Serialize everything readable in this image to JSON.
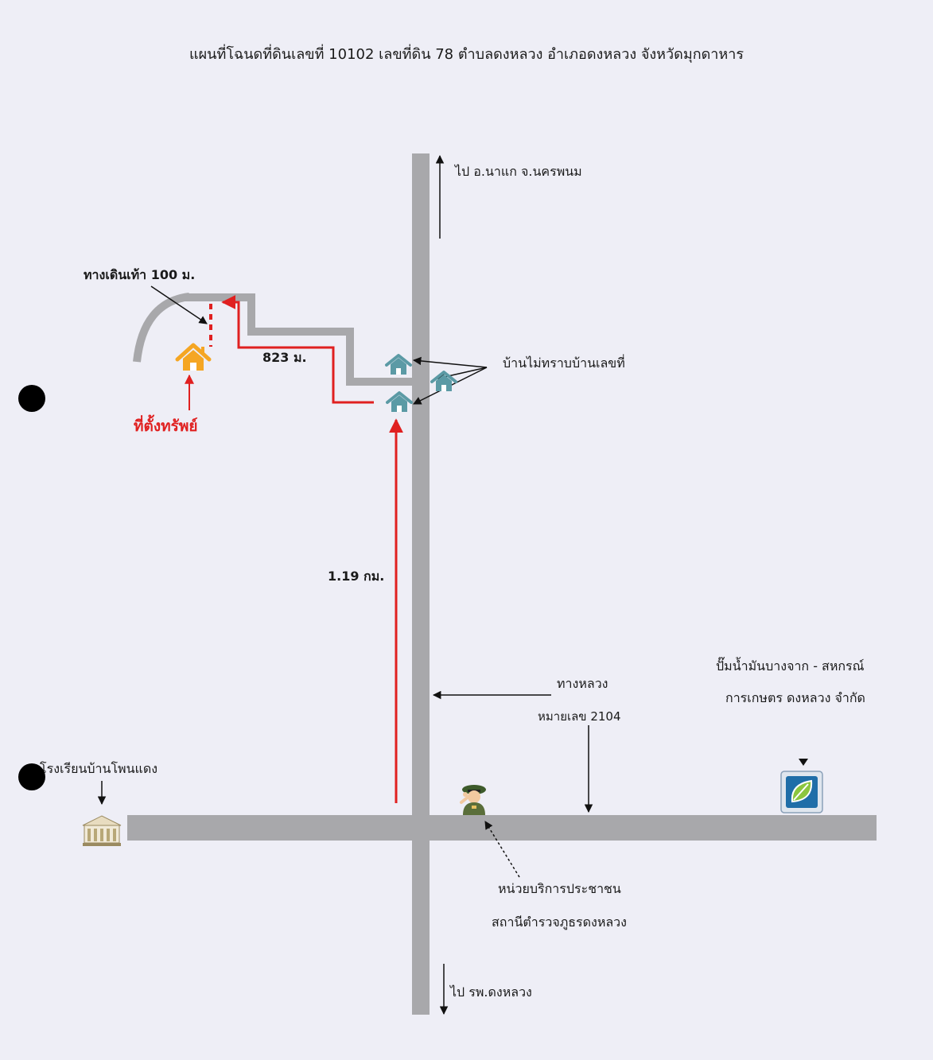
{
  "title": "แผนที่โฉนดที่ดินเลขที่ 10102 เลขที่ดิน 78 ตำบลดงหลวง อำเภอดงหลวง จังหวัดมุกดาหาร",
  "labels": {
    "north_dest": "ไป อ.นาแก จ.นครพนม",
    "south_dest": "ไป รพ.ดงหลวง",
    "footpath": "ทางเดินเท้า 100 ม.",
    "property": "ที่ตั้งทรัพย์",
    "segment_distance": "823 ม.",
    "main_distance": "1.19 กม.",
    "unknown_houses": "บ้านไม่ทราบบ้านเลขที่",
    "highway_line1": "ทางหลวง",
    "highway_line2": "หมายเลข 2104",
    "gas_line1": "ปั๊มน้ำมันบางจาก - สหกรณ์",
    "gas_line2": "การเกษตร ดงหลวง จำกัด",
    "school": "โรงเรียนบ้านโพนแดง",
    "police_line1": "หน่วยบริการประชาชน",
    "police_line2": "สถานีตำรวจภูธรดงหลวง"
  },
  "colors": {
    "road": "#a8a8ab",
    "route": "#e02020",
    "property_house": "#f5a623",
    "other_house": "#5b9aa5",
    "background": "#eeeef6"
  },
  "icons": [
    "house-icon",
    "school-icon",
    "police-icon",
    "gas-station-icon"
  ]
}
